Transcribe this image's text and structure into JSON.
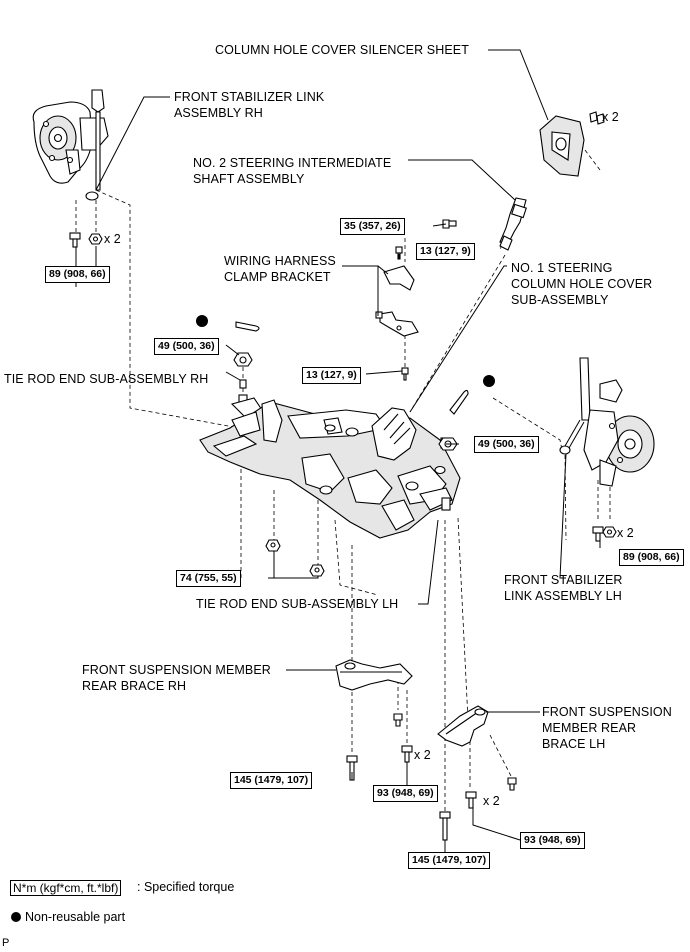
{
  "labels": {
    "column_hole_cover_silencer_sheet": "COLUMN HOLE COVER SILENCER SHEET",
    "front_stabilizer_link_rh_line1": "FRONT STABILIZER LINK",
    "front_stabilizer_link_rh_line2": "ASSEMBLY RH",
    "no2_steering_shaft_line1": "NO. 2 STEERING INTERMEDIATE",
    "no2_steering_shaft_line2": "SHAFT ASSEMBLY",
    "wiring_harness_line1": "WIRING HARNESS",
    "wiring_harness_line2": "CLAMP BRACKET",
    "no1_column_cover_line1": "NO. 1 STEERING",
    "no1_column_cover_line2": "COLUMN HOLE COVER",
    "no1_column_cover_line3": "SUB-ASSEMBLY",
    "tie_rod_end_rh": "TIE ROD END SUB-ASSEMBLY RH",
    "tie_rod_end_lh": "TIE ROD END SUB-ASSEMBLY LH",
    "front_stabilizer_link_lh_line1": "FRONT STABILIZER",
    "front_stabilizer_link_lh_line2": "LINK ASSEMBLY LH",
    "rear_brace_rh_line1": "FRONT SUSPENSION MEMBER",
    "rear_brace_rh_line2": "REAR BRACE RH",
    "rear_brace_lh_line1": "FRONT SUSPENSION",
    "rear_brace_lh_line2": "MEMBER REAR",
    "rear_brace_lh_line3": "BRACE LH"
  },
  "quantities": {
    "silencer_clip": "x 2",
    "stabilizer_rh": "x 2",
    "stabilizer_lh": "x 2",
    "brace_rh_bolt": "x 2",
    "brace_lh_bolt": "x 2"
  },
  "torques": {
    "stabilizer_rh": "89 (908, 66)",
    "shaft_bolt": "35 (357, 26)",
    "clamp_upper": "13 (127, 9)",
    "tie_rod_rh": "49 (500, 36)",
    "clamp_lower": "13 (127, 9)",
    "tie_rod_lh": "49 (500, 36)",
    "stabilizer_lh": "89 (908, 66)",
    "member_nut": "74 (755, 55)",
    "member_bolt_rh": "145 (1479, 107)",
    "brace_rh": "93 (948, 69)",
    "brace_lh": "93 (948, 69)",
    "member_bolt_lh": "145 (1479, 107)"
  },
  "legend": {
    "torque_unit": "N*m (kgf*cm, ft.*lbf)",
    "torque_desc": ": Specified torque",
    "nonreusable": "Non-reusable part"
  },
  "footer_code": "P"
}
